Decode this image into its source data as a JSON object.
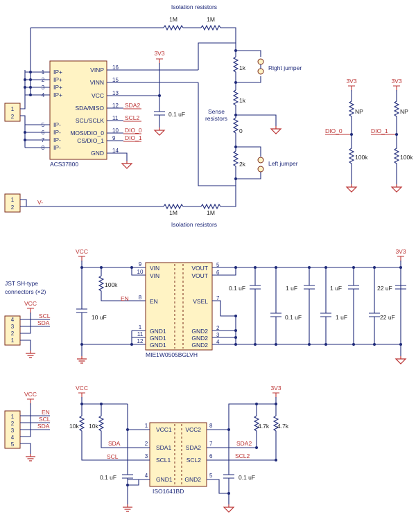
{
  "section1": {
    "iso_title_top": "Isolation resistors",
    "iso_title_bottom": "Isolation resistors",
    "r_top_1": "1M",
    "r_top_2": "1M",
    "r_bot_1": "1M",
    "r_bot_2": "1M",
    "ic_name": "ACS37800",
    "pins_left": [
      {
        "num": "1",
        "name": "IP+"
      },
      {
        "num": "2",
        "name": "IP+"
      },
      {
        "num": "3",
        "name": "IP+"
      },
      {
        "num": "4",
        "name": "IP+"
      },
      {
        "num": "5",
        "name": "IP-"
      },
      {
        "num": "6",
        "name": "IP-"
      },
      {
        "num": "7",
        "name": "IP-"
      },
      {
        "num": "8",
        "name": "IP-"
      }
    ],
    "pins_right": [
      {
        "num": "16",
        "name": "VINP"
      },
      {
        "num": "15",
        "name": "VINN"
      },
      {
        "num": "13",
        "name": "VCC"
      },
      {
        "num": "12",
        "name": "SDA/MISO",
        "net": "SDA2"
      },
      {
        "num": "11",
        "name": "SCL/SCLK",
        "net": "SCL2"
      },
      {
        "num": "10",
        "name": "MOSI/DIO_0",
        "net": "DIO_0"
      },
      {
        "num": "9",
        "name": "CS/DIO_1",
        "net": "DIO_1"
      },
      {
        "num": "14",
        "name": "GND"
      }
    ],
    "power_3v3": "3V3",
    "cap": "0.1 uF",
    "sense_1k_a": "1k",
    "sense_1k_b": "1k",
    "sense_0": "0",
    "sense_2k": "2k",
    "sense_label_1": "Sense",
    "sense_label_2": "resistors",
    "right_jumper": "Right jumper",
    "left_jumper": "Left jumper",
    "conn_pins": [
      "1",
      "2"
    ],
    "v_minus": "V-"
  },
  "dio": {
    "left": {
      "supply": "3V3",
      "np": "NP",
      "net": "DIO_0",
      "pulldown": "100k"
    },
    "right": {
      "supply": "3V3",
      "np": "NP",
      "net": "DIO_1",
      "pulldown": "100k"
    }
  },
  "section2": {
    "vcc": "VCC",
    "v3v3": "3V3",
    "r100k": "100k",
    "c10u": "10 uF",
    "en": "EN",
    "ic_name": "MIE1W0505BGLVH",
    "left_pins": [
      {
        "num": "9",
        "name": "VIN"
      },
      {
        "num": "10",
        "name": "VIN"
      },
      {
        "num": "8",
        "name": "EN"
      },
      {
        "num": "1",
        "name": "GND1"
      },
      {
        "num": "11",
        "name": "GND1"
      },
      {
        "num": "12",
        "name": "GND1"
      }
    ],
    "right_pins": [
      {
        "num": "5",
        "name": "VOUT"
      },
      {
        "num": "6",
        "name": "VOUT"
      },
      {
        "num": "7",
        "name": "VSEL"
      },
      {
        "num": "2",
        "name": "GND2"
      },
      {
        "num": "3",
        "name": "GND2"
      },
      {
        "num": "4",
        "name": "GND2"
      }
    ],
    "caps": [
      "0.1 uF",
      "0.1 uF",
      "1 uF",
      "1 uF",
      "1 uF",
      "22 uF",
      "22 uF"
    ],
    "jst_title_1": "JST SH-type",
    "jst_title_2": "connectors (×2)",
    "jst_vcc": "VCC",
    "jst_pins": [
      "4",
      "3",
      "2",
      "1"
    ],
    "jst_nets": [
      "SCL",
      "SDA"
    ]
  },
  "section3": {
    "vcc": "VCC",
    "v3v3": "3V3",
    "conn_vcc": "VCC",
    "conn_pins": [
      "1",
      "2",
      "3",
      "4",
      "5"
    ],
    "conn_nets": [
      "EN",
      "SCL",
      "SDA"
    ],
    "r_left_1": "10k",
    "r_left_2": "10k",
    "r_right_1": "4.7k",
    "r_right_2": "4.7k",
    "ic_name": "ISO1641BD",
    "left_pins": [
      {
        "num": "1",
        "name": "VCC1"
      },
      {
        "num": "2",
        "name": "SDA1",
        "net": "SDA"
      },
      {
        "num": "3",
        "name": "SCL1",
        "net": "SCL"
      },
      {
        "num": "4",
        "name": "GND1"
      }
    ],
    "right_pins": [
      {
        "num": "8",
        "name": "VCC2"
      },
      {
        "num": "7",
        "name": "SDA2",
        "net": "SDA2"
      },
      {
        "num": "6",
        "name": "SCL2",
        "net": "SCL2"
      },
      {
        "num": "5",
        "name": "GND2"
      }
    ],
    "cap_left": "0.1 uF",
    "cap_right": "0.1 uF"
  }
}
